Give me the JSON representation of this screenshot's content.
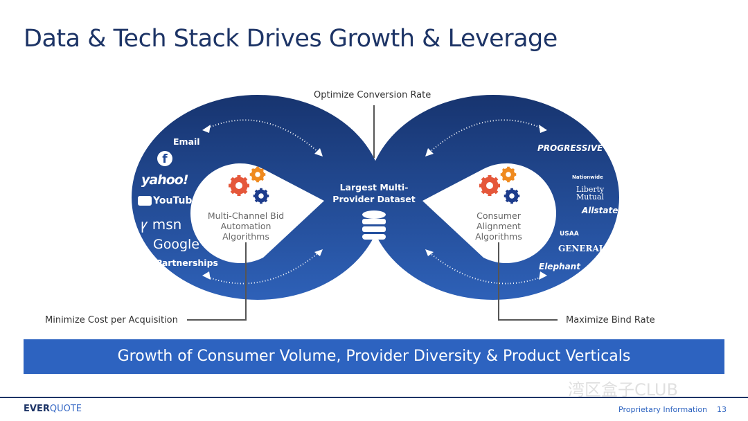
{
  "title": "Data & Tech Stack Drives Growth & Leverage",
  "labels": {
    "top": "Optimize Conversion Rate",
    "bottom_left": "Minimize Cost per Acquisition",
    "bottom_right": "Maximize Bind Rate"
  },
  "center": {
    "title": "Largest Multi-Provider Dataset",
    "icon": "database-icon"
  },
  "left_loop": {
    "algo": "Multi-Channel Bid Automation Algorithms",
    "channels": [
      "Email",
      "f",
      "yahoo!",
      "YouTube",
      "msn",
      "Google",
      "Partnerships"
    ]
  },
  "right_loop": {
    "algo": "Consumer Alignment Algorithms",
    "providers": [
      "PROGRESSIVE",
      "Nationwide",
      "Liberty Mutual",
      "Allstate",
      "USAA",
      "GENERAL",
      "Elephant"
    ]
  },
  "banner": "Growth of Consumer Volume, Provider Diversity & Product Verticals",
  "footer": {
    "brand_bold": "EVER",
    "brand_light": "QUOTE",
    "proprietary": "Proprietary Information",
    "page": "13",
    "watermark": "湾区盒子CLUB"
  },
  "colors": {
    "title": "#1d3466",
    "loop_dark": "#17346f",
    "loop_light": "#2e61b8",
    "banner": "#2d63c0",
    "gear_red": "#e5573a",
    "gear_orange": "#ef8a1f",
    "gear_blue": "#1d3c8c"
  }
}
